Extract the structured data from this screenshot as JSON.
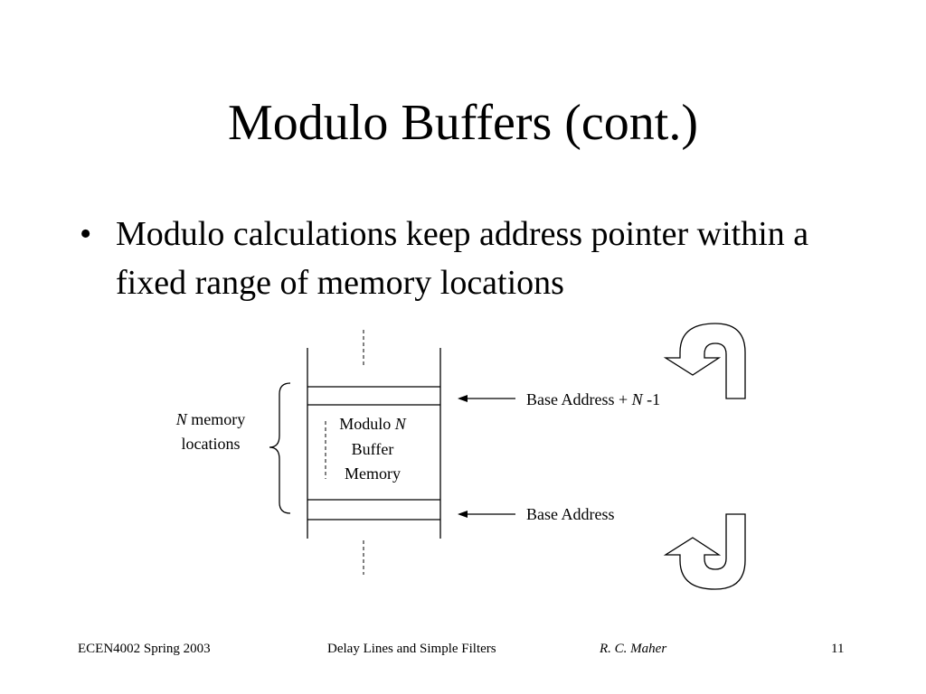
{
  "slide": {
    "title": "Modulo Buffers (cont.)",
    "bullets": [
      {
        "symbol": "•",
        "text": "Modulo calculations keep address pointer within a fixed range of memory locations"
      }
    ]
  },
  "diagram": {
    "brace_label": {
      "var": "N",
      "rest": " memory",
      "line2": "locations"
    },
    "buffer_label": {
      "line1_prefix": "Modulo ",
      "line1_var": "N",
      "line2": "Buffer",
      "line3": "Memory"
    },
    "top_arrow_label": {
      "prefix": "Base Address + ",
      "var": "N",
      "suffix": " -1"
    },
    "bottom_arrow_label": "Base Address",
    "icons": [
      "u-turn-up-arrow-icon",
      "u-turn-down-arrow-icon"
    ]
  },
  "footer": {
    "course": "ECEN4002 Spring 2003",
    "topic": "Delay Lines and Simple Filters",
    "author": "R. C. Maher",
    "page": "11"
  }
}
